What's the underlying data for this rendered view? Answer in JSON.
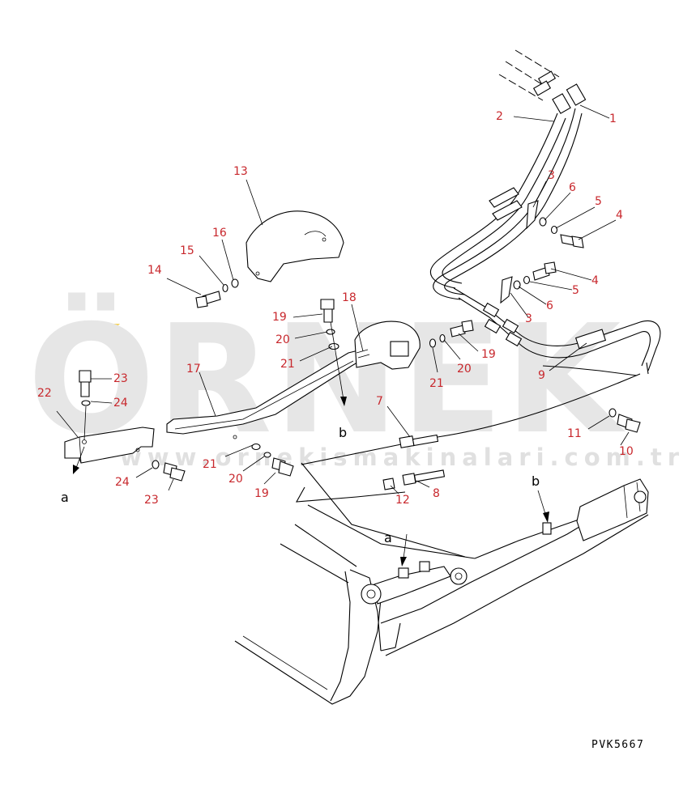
{
  "drawing": {
    "code": "PVK5667",
    "watermark_brand": "ÖRNEK",
    "watermark_url": "www.ornekismakinalari.com.tr",
    "callouts": [
      "1",
      "2",
      "3",
      "3",
      "4",
      "4",
      "5",
      "5",
      "6",
      "6",
      "7",
      "8",
      "9",
      "10",
      "11",
      "12",
      "13",
      "14",
      "15",
      "16",
      "17",
      "18",
      "19",
      "19",
      "19",
      "20",
      "20",
      "20",
      "21",
      "21",
      "21",
      "22",
      "23",
      "23",
      "24",
      "24"
    ],
    "letters": [
      "a",
      "a",
      "b",
      "b"
    ]
  },
  "colors": {
    "callout": "#c8282d",
    "watermark": "#e6e6e6",
    "watermark_accent": "#f5d35a",
    "line": "#000000"
  }
}
